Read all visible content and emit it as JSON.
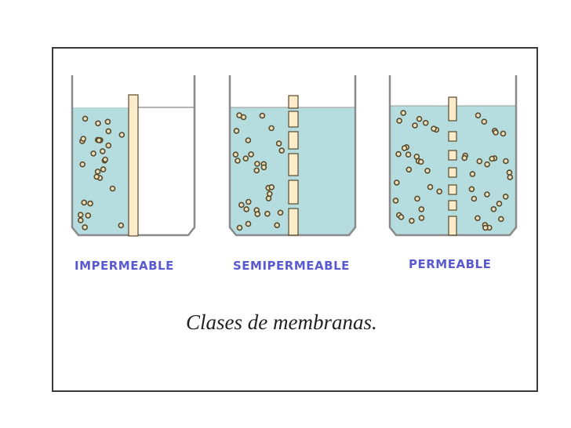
{
  "labels": {
    "impermeable": "IMPERMEABLE",
    "semipermeable": "SEMIPERMEABLE",
    "permeable": "PERMEABLE"
  },
  "caption": "Clases de membranas.",
  "colors": {
    "label": "#5a5ad0",
    "water": "#b5dde0",
    "membrane": "#fdeccb",
    "particle": "#5a4a2a",
    "glass": "#8a8a8a"
  }
}
